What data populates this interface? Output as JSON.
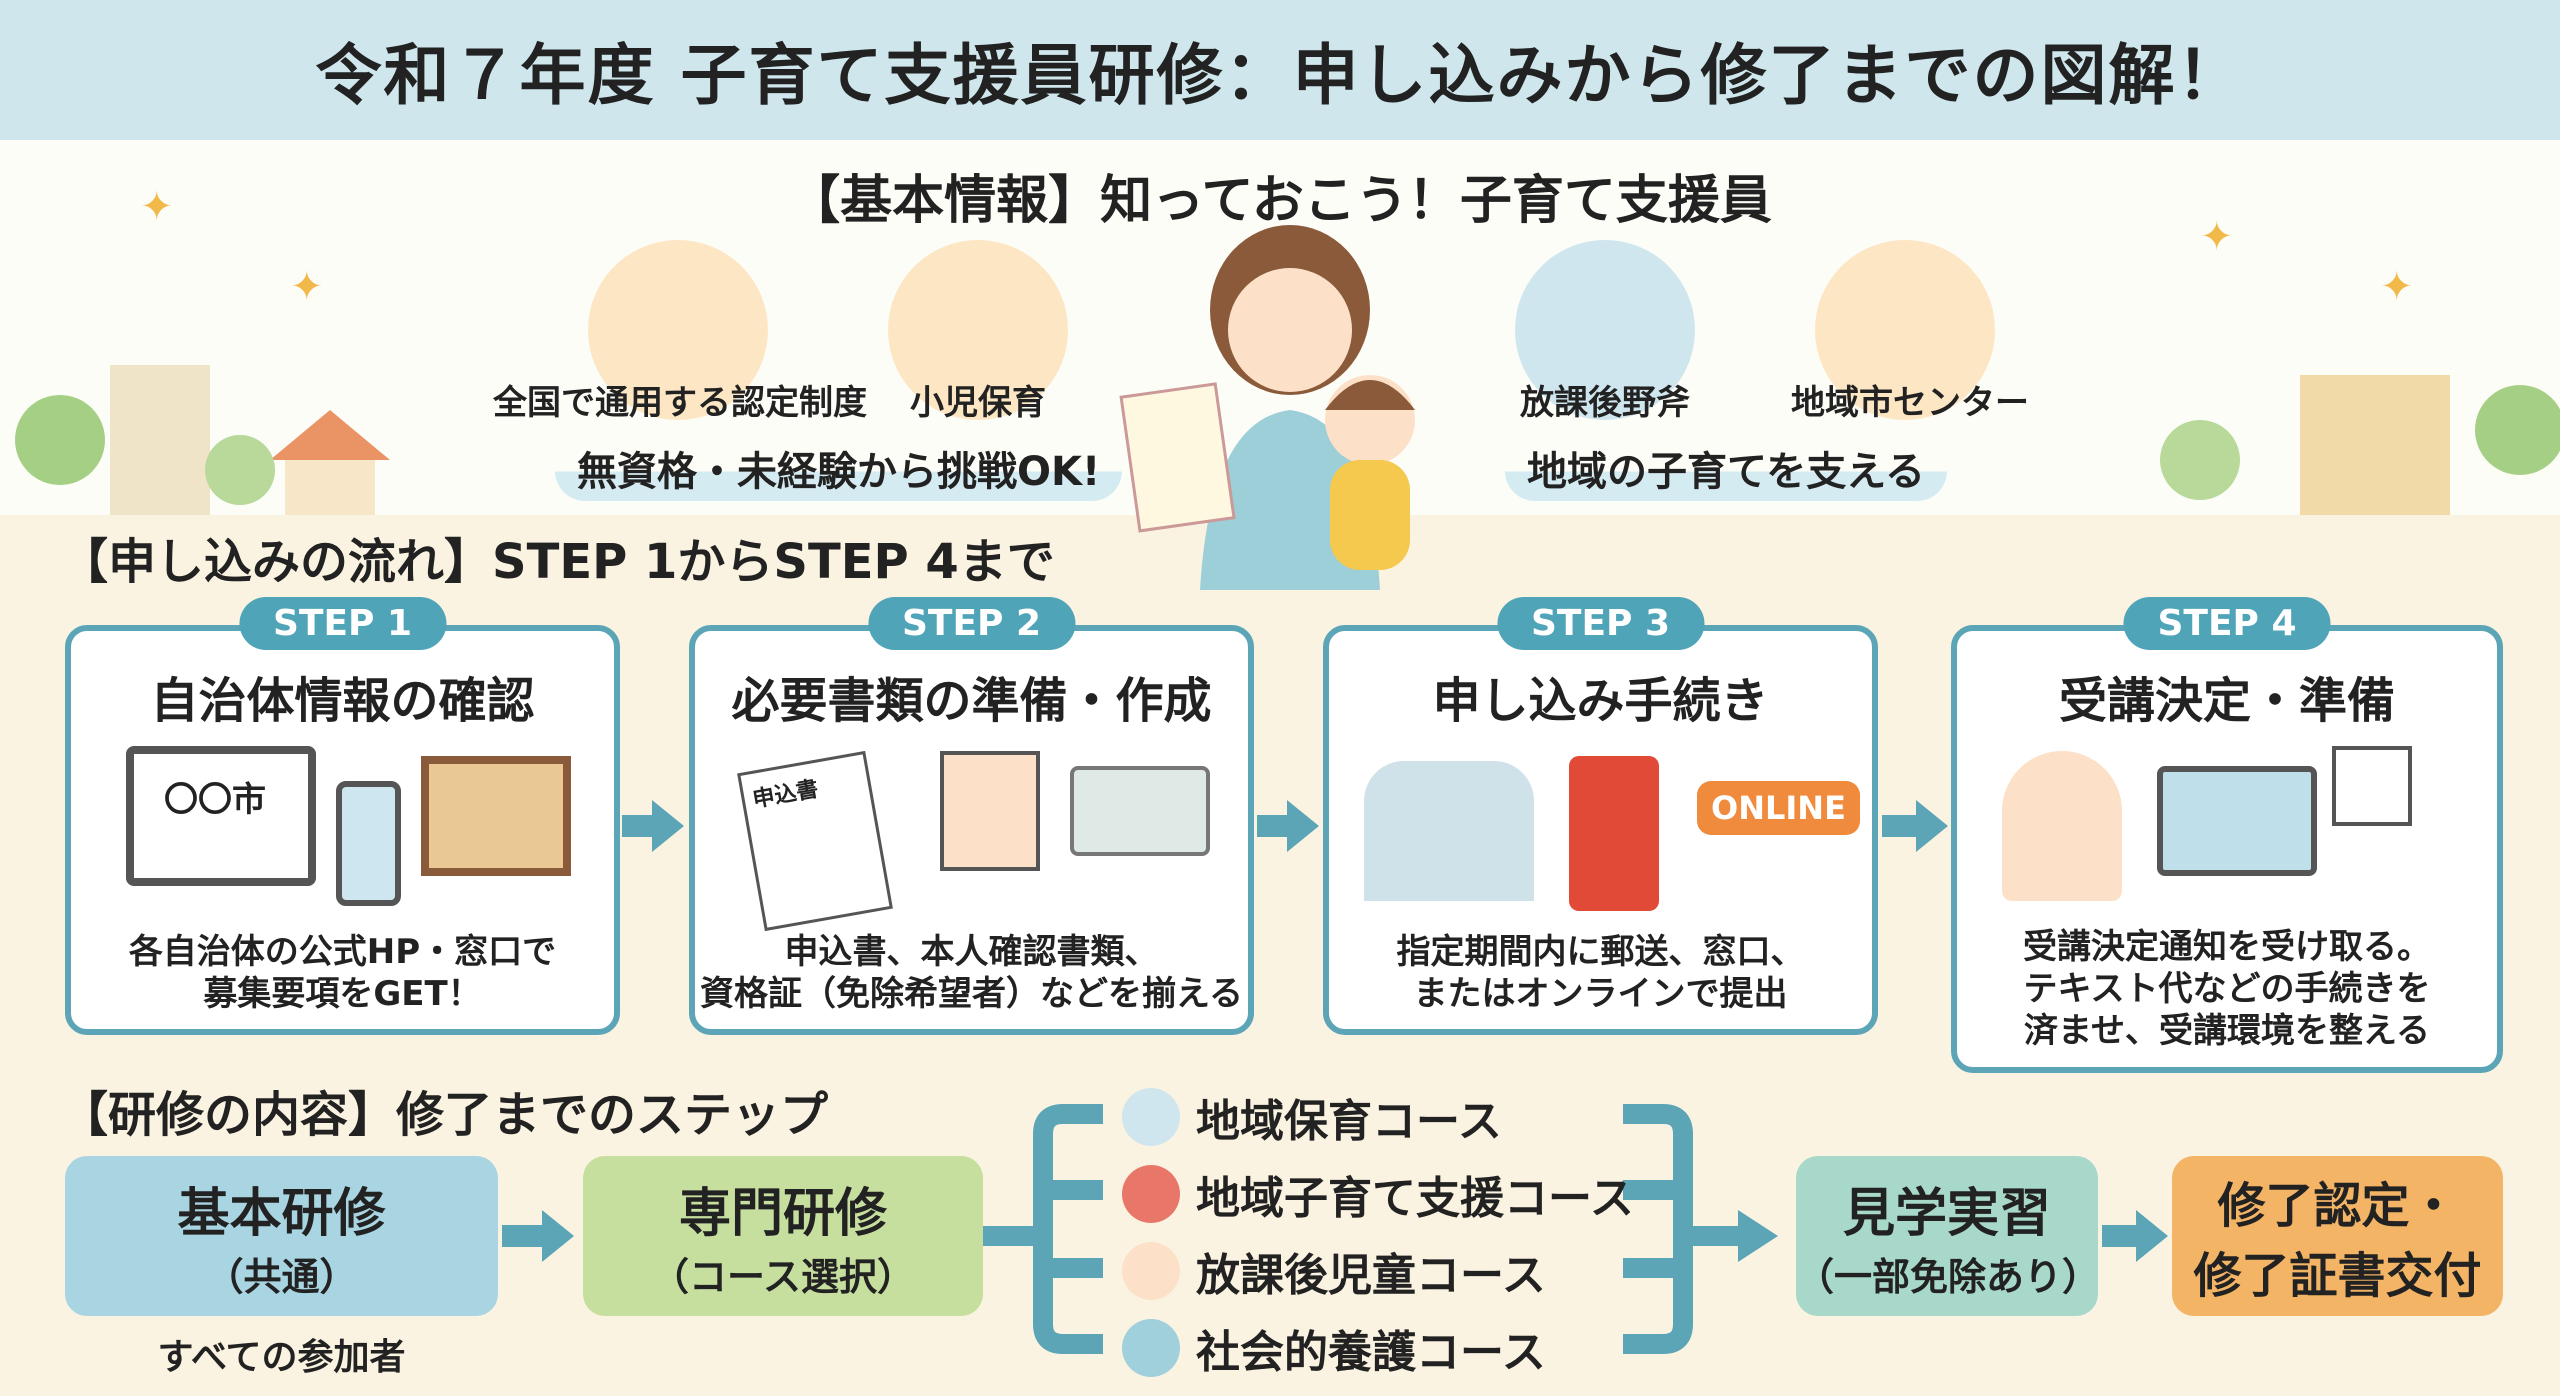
{
  "title": "令和７年度 子育て支援員研修：申し込みから修了までの図解！",
  "basic": {
    "heading": "【基本情報】知っておこう！子育て支援員",
    "icons": [
      {
        "label": "全国で通用する認定制度",
        "icon": "building-clock-icon"
      },
      {
        "label": "小児保育",
        "icon": "house-icon"
      },
      {
        "label": "放課後野斧",
        "icon": "school-icon"
      },
      {
        "label": "地域市センター",
        "icon": "community-center-icon"
      }
    ],
    "pill_left": "無資格・未経験から挑戦OK!",
    "pill_right": "地域の子育てを支える"
  },
  "flow": {
    "heading": "【申し込みの流れ】STEP 1からSTEP 4まで",
    "steps": [
      {
        "badge": "STEP 1",
        "title": "自治体情報の確認",
        "screen": "〇〇市",
        "desc1": "各自治体の公式HP・窓口で",
        "desc2": "募集要項をGET！"
      },
      {
        "badge": "STEP 2",
        "title": "必要書類の準備・作成",
        "doc": "申込書",
        "desc1": "申込書、本人確認書類、",
        "desc2": "資格証（免除希望者）などを揃える"
      },
      {
        "badge": "STEP 3",
        "title": "申し込み手続き",
        "online": "ONLINE",
        "desc1": "指定期間内に郵送、窓口、",
        "desc2": "またはオンラインで提出"
      },
      {
        "badge": "STEP 4",
        "title": "受講決定・準備",
        "desc1": "受講決定通知を受け取る。",
        "desc2": "テキスト代などの手続きを",
        "desc3": "済ませ、受講環境を整える"
      }
    ]
  },
  "training": {
    "heading": "【研修の内容】修了までのステップ",
    "basic": {
      "main": "基本研修",
      "sub": "（共通）",
      "note": "すべての参加者"
    },
    "special": {
      "main": "専門研修",
      "sub": "（コース選択）"
    },
    "courses": [
      "地域保育コース",
      "地域子育て支援コース",
      "放課後児童コース",
      "社会的養護コース"
    ],
    "observe": {
      "main": "見学実習",
      "sub": "（一部免除あり）"
    },
    "complete": {
      "main1": "修了認定・",
      "main2": "修了証書交付"
    }
  },
  "colors": {
    "teal": "#5ba5b7",
    "blue": "#a9d5e2",
    "green": "#c6df9f",
    "mint": "#a8d8ca",
    "orange": "#f3b466"
  }
}
